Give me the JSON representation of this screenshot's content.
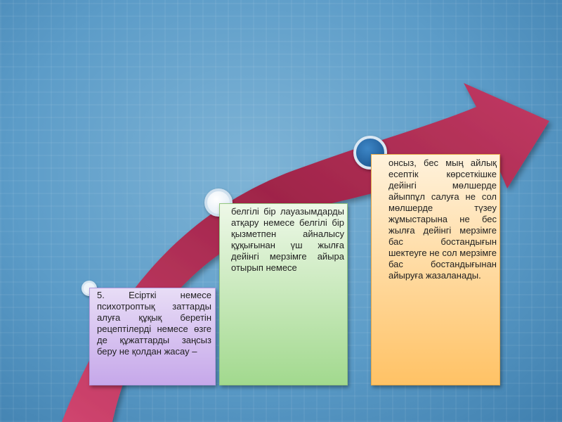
{
  "slide": {
    "box1_text": "5. Есірткі немесе психотроптық заттарды алуға құқық беретін рецептілерді немесе өзге де құжаттарды заңсыз беру не қолдан жасау –",
    "box2_text": "белгілі бір лауазымдарды атқару немесе белгілі бір қызметпен айналысу құқығынан үш жылға дейінгі мерзімге айыра отырып немесе",
    "box3_text": "онсыз, бес мың айлық есептік көрсеткішке дейінгі мөлшерде айыппұл салуға не сол мөлшерде түзеу жұмыстарына не бес жылға дейінгі мерзімге бас бостандығын шектеуге не сол мерзімге бас бостандығынан айыруға жазаланады."
  },
  "colors": {
    "arrow": "#a8294f",
    "box1": "#c6a8ea",
    "box2": "#a2d98e",
    "box3": "#ffc265",
    "dot_light": "#eef4fa",
    "dot_dark": "#1f5c93"
  }
}
